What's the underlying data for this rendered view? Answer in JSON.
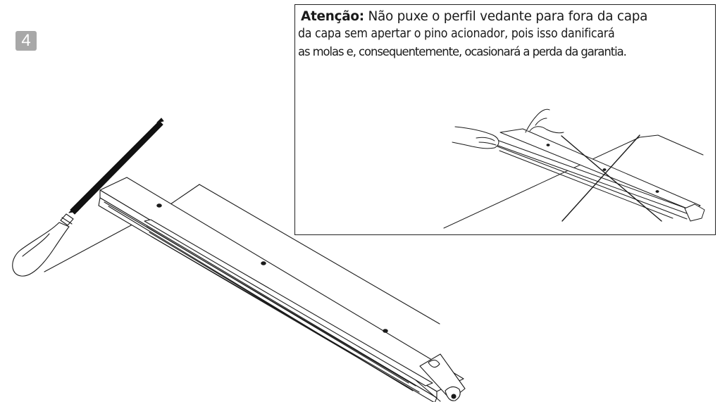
{
  "step": {
    "number": "4"
  },
  "warning": {
    "title": "Atenção:",
    "line1_rest": " Não puxe o perfil vedante para fora da capa",
    "line2": "da capa sem apertar o pino acionador, pois isso danificará",
    "line3": "as molas e, consequentemente, ocasionará a perda da garantia."
  },
  "colors": {
    "line": "#1a1a1a",
    "badge": "#a8a8a8",
    "file_teeth": "#111111"
  },
  "icons": {
    "main_illustration": "file-rasp-on-sealing-profile-icon",
    "inset_illustration": "hands-pulling-profile-icon",
    "prohibited_mark": "x-cross-prohibited-icon"
  }
}
